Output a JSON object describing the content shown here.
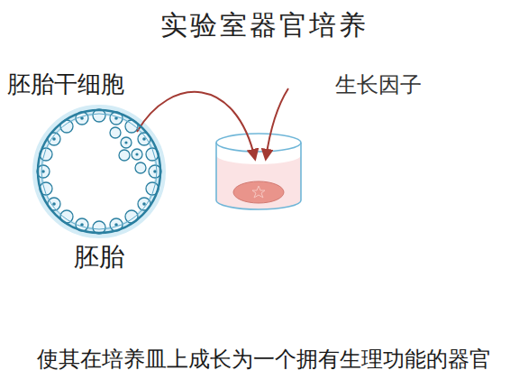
{
  "diagram": {
    "title": "实验室器官培养",
    "caption": "使其在培养皿上成长为一个拥有生理功能的器官",
    "nodes": [
      {
        "text": [
          "胚胎"
        ]
      }
    ],
    "labels": [
      "胚胎干细胞",
      "生长因子"
    ]
  }
}
